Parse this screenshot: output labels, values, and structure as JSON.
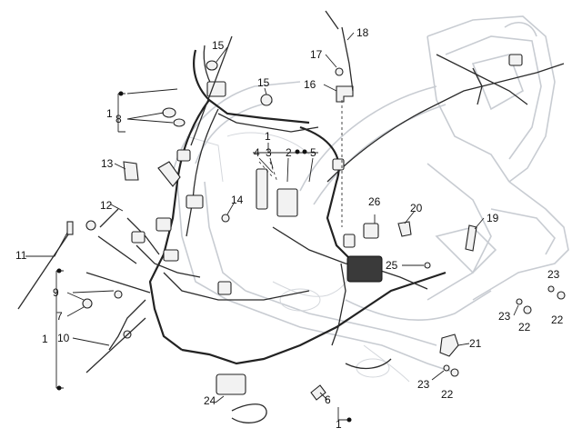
{
  "diagram": {
    "callouts": [
      {
        "id": "c15a",
        "text": "15"
      },
      {
        "id": "c15b",
        "text": "15"
      },
      {
        "id": "c18",
        "text": "18"
      },
      {
        "id": "c17",
        "text": "17"
      },
      {
        "id": "c16",
        "text": "16"
      },
      {
        "id": "c1a",
        "text": "1"
      },
      {
        "id": "c8",
        "text": "8"
      },
      {
        "id": "c13",
        "text": "13"
      },
      {
        "id": "c1b",
        "text": "1"
      },
      {
        "id": "c4",
        "text": "4"
      },
      {
        "id": "c3",
        "text": "3"
      },
      {
        "id": "c2",
        "text": "2"
      },
      {
        "id": "c5",
        "text": "5"
      },
      {
        "id": "c12",
        "text": "12"
      },
      {
        "id": "c14",
        "text": "14"
      },
      {
        "id": "c26",
        "text": "26"
      },
      {
        "id": "c20",
        "text": "20"
      },
      {
        "id": "c19",
        "text": "19"
      },
      {
        "id": "c11",
        "text": "11"
      },
      {
        "id": "c25",
        "text": "25"
      },
      {
        "id": "c23a",
        "text": "23"
      },
      {
        "id": "c9",
        "text": "9"
      },
      {
        "id": "c7",
        "text": "7"
      },
      {
        "id": "c23b",
        "text": "23"
      },
      {
        "id": "c22a",
        "text": "22"
      },
      {
        "id": "c22b",
        "text": "22"
      },
      {
        "id": "c1c",
        "text": "1"
      },
      {
        "id": "c10",
        "text": "10"
      },
      {
        "id": "c21",
        "text": "21"
      },
      {
        "id": "c23c",
        "text": "23"
      },
      {
        "id": "c22c",
        "text": "22"
      },
      {
        "id": "c24",
        "text": "24"
      },
      {
        "id": "c6",
        "text": "6"
      },
      {
        "id": "c1d",
        "text": "1"
      }
    ]
  }
}
